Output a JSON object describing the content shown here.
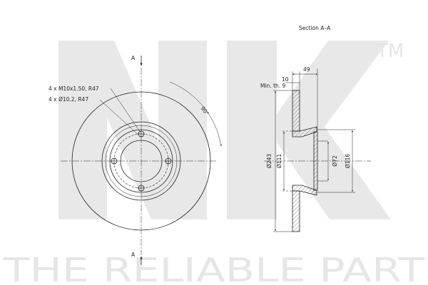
{
  "section_title": "Section A–A",
  "section_marker": "A",
  "labels": {
    "bolt_spec": "4 x M10x1.50, R47",
    "hole_spec": "4 x Ø10.2, R47",
    "angle": "90°"
  },
  "dimensions": {
    "thickness": "10",
    "min_thickness": "Min. th. 9",
    "height": "49",
    "outer_diameter": "Ø243",
    "diameter_111": "Ø111",
    "diameter_72": "Ø72",
    "diameter_116": "Ø116"
  },
  "watermark": {
    "logo": "NK",
    "trademark": "TM",
    "slogan": "THE RELIABLE PART"
  }
}
